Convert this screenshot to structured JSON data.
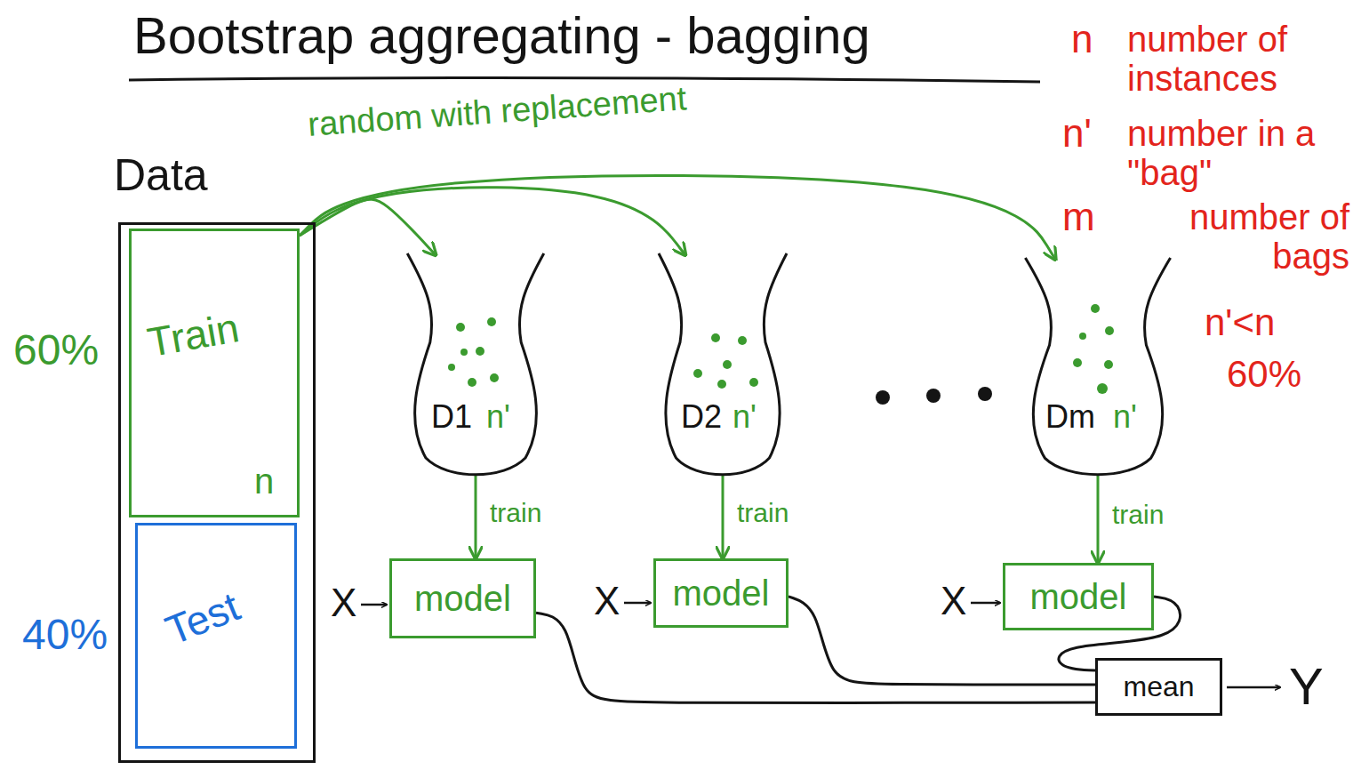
{
  "diagram": {
    "title": "Bootstrap aggregating - bagging",
    "nodes": [
      {
        "text": [
          "Data"
        ]
      },
      {
        "text": [
          "Train",
          "n"
        ],
        "in": 0
      },
      {
        "text": [
          "Test"
        ],
        "in": 0
      },
      {
        "text": [
          "D1",
          "n'"
        ]
      },
      {
        "text": [
          "D2",
          "n'"
        ]
      },
      {
        "text": [
          "Dm",
          "n'"
        ]
      },
      {
        "text": [
          "model"
        ]
      },
      {
        "text": [
          "model"
        ]
      },
      {
        "text": [
          "model"
        ]
      },
      {
        "text": [
          "mean"
        ]
      }
    ],
    "edges": [
      {
        "from": 1,
        "to": 3,
        "arrow": "to"
      },
      {
        "from": 1,
        "to": 4,
        "arrow": "to"
      },
      {
        "from": 1,
        "to": 5,
        "arrow": "to"
      },
      {
        "from": 3,
        "to": 6,
        "arrow": "to",
        "label": "train"
      },
      {
        "from": 4,
        "to": 7,
        "arrow": "to",
        "label": "train"
      },
      {
        "from": 5,
        "to": 8,
        "arrow": "to",
        "label": "train"
      },
      {
        "from": 6,
        "to": 9,
        "arrow": "none"
      },
      {
        "from": 7,
        "to": 9,
        "arrow": "none"
      },
      {
        "from": 8,
        "to": 9,
        "arrow": "none"
      }
    ],
    "labels": [
      "random with replacement",
      "60%",
      "40%",
      "X",
      "X",
      "X",
      "Y",
      "n",
      "number of instances",
      "n'",
      "number in a \"bag\"",
      "m",
      "number of bags",
      "n'<n",
      "60%"
    ]
  }
}
